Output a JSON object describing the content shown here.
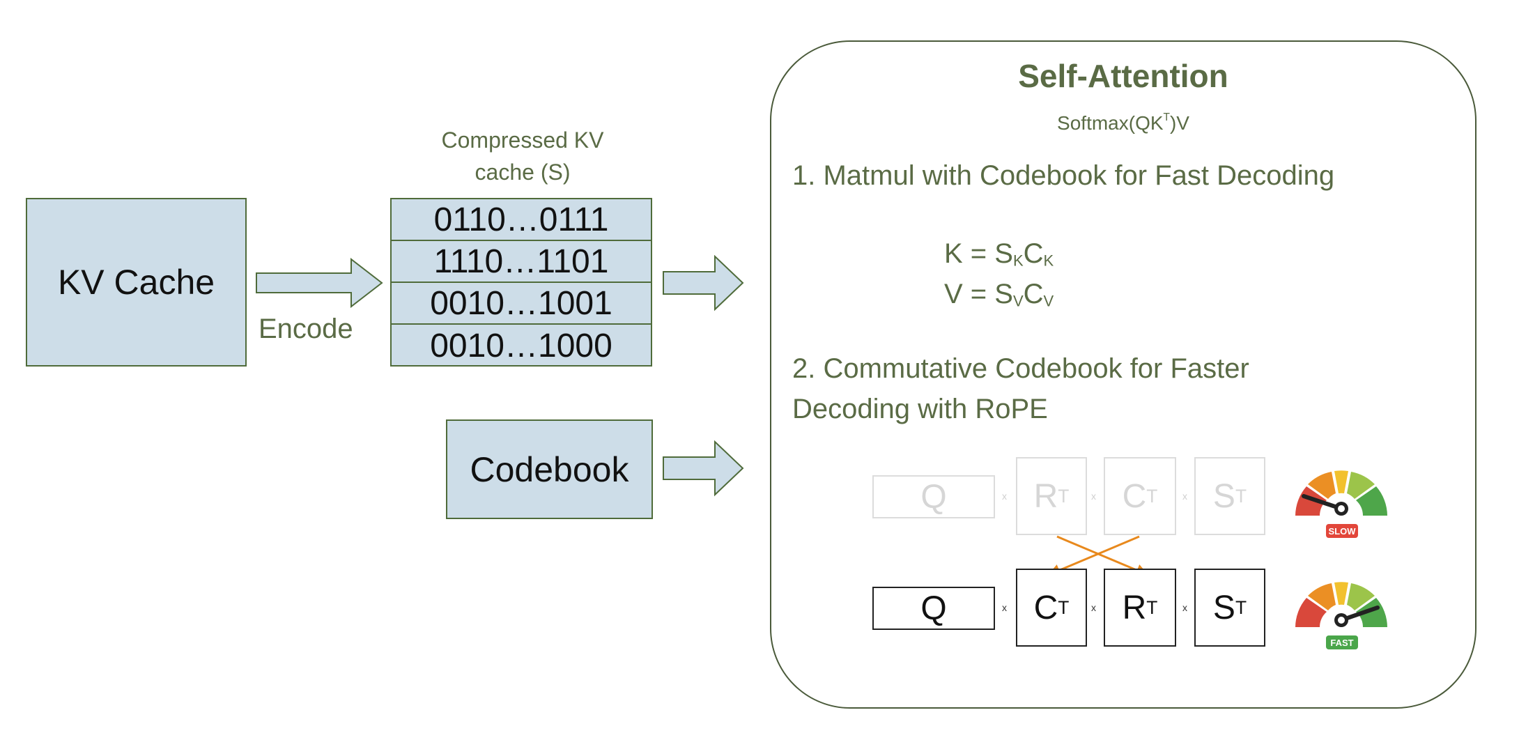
{
  "kv_cache": {
    "label": "KV Cache"
  },
  "encode": {
    "label": "Encode"
  },
  "compressed": {
    "title_line1": "Compressed KV",
    "title_line2": "cache (S)",
    "rows": [
      "0110…0111",
      "1110…1101",
      "0010…1001",
      "0010…1000"
    ]
  },
  "codebook": {
    "label": "Codebook"
  },
  "self_attention": {
    "title": "Self-Attention",
    "formula_prefix": "Softmax(QK",
    "formula_sup": "T",
    "formula_suffix": ")V",
    "step1": "1. Matmul with Codebook for Fast Decoding",
    "eq_k": {
      "lhs": "K = S",
      "sub1": "K",
      "mid": "C",
      "sub2": "K"
    },
    "eq_v": {
      "lhs": "V = S",
      "sub1": "V",
      "mid": "C",
      "sub2": "V"
    },
    "step2_line1": "2. Commutative Codebook for Faster",
    "step2_line2": "Decoding with RoPE",
    "slow_row": {
      "q": "Q",
      "m1": "R",
      "m2": "C",
      "m3": "S",
      "sup": "T",
      "times": "x"
    },
    "fast_row": {
      "q": "Q",
      "m1": "C",
      "m2": "R",
      "m3": "S",
      "sup": "T",
      "times": "x"
    },
    "slow_badge": "SLOW",
    "fast_badge": "FAST"
  },
  "colors": {
    "box_fill": "#cddde8",
    "olive_text": "#5a6b45",
    "orange_arrow": "#e8891d",
    "slow_red": "#e2463a",
    "fast_green": "#4aa64a"
  }
}
